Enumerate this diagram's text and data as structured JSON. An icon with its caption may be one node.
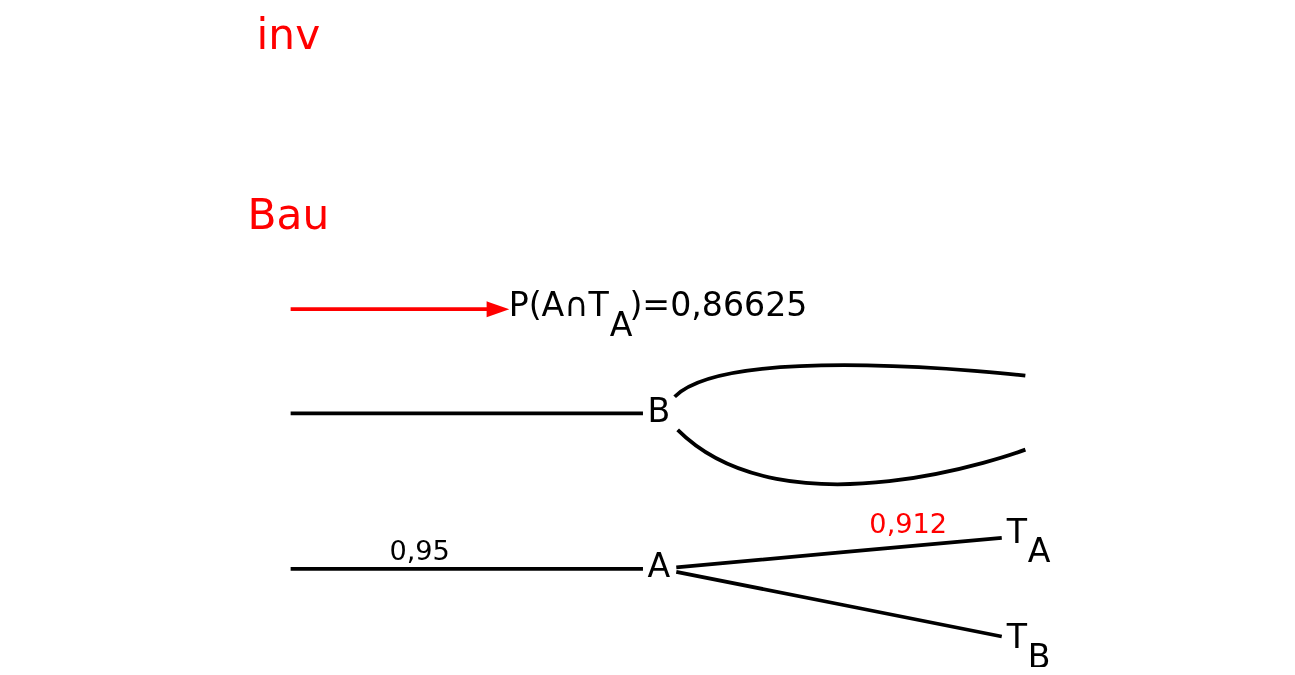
{
  "diagram": {
    "nodes": [
      {
        "text": [
          "A"
        ]
      },
      {
        "text": [
          "T$_{A}$"
        ]
      },
      {
        "text": [
          "T$_{B}$"
        ]
      },
      {
        "text": [
          "B"
        ]
      },
      {
        "text": [
          "P(A∩T$_{A}$)=0,86625"
        ]
      }
    ],
    "edges": [
      {
        "from": null,
        "to": 0,
        "arrow": "none",
        "label": "0,95"
      },
      {
        "from": null,
        "to": 3,
        "arrow": "none"
      },
      {
        "from": 0,
        "to": 1,
        "arrow": "none",
        "label": "0,912"
      },
      {
        "from": 0,
        "to": 2,
        "arrow": "none"
      },
      {
        "from": 3,
        "to": null,
        "arrow": "none"
      },
      {
        "from": 3,
        "to": null,
        "arrow": "none"
      },
      {
        "from": null,
        "to": 4,
        "arrow": "to",
        "color": "#ff0000"
      }
    ],
    "labels": [
      "inv",
      "Bau"
    ]
  }
}
